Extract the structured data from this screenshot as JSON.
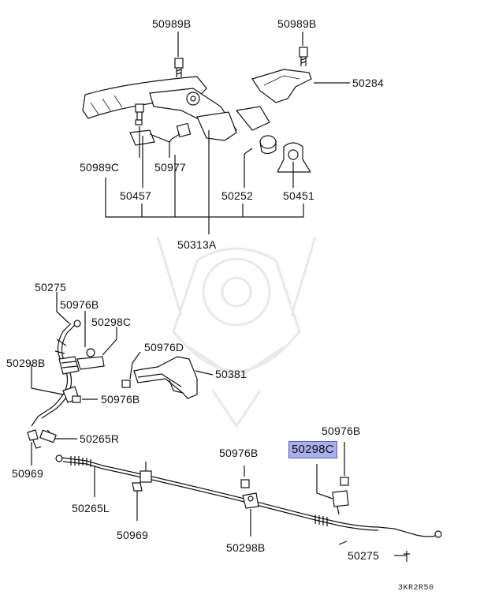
{
  "diagram": {
    "code": "3KR2R50",
    "highlighted_part": "50298C",
    "parts": {
      "p50989B_a": "50989B",
      "p50989B_b": "50989B",
      "p50284": "50284",
      "p50989C": "50989C",
      "p50977": "50977",
      "p50457": "50457",
      "p50252": "50252",
      "p50451": "50451",
      "p50313A": "50313A",
      "p50275_a": "50275",
      "p50976B_a": "50976B",
      "p50298C_a": "50298C",
      "p50976D": "50976D",
      "p50298B_a": "50298B",
      "p50381": "50381",
      "p50976B_b": "50976B",
      "p50265R": "50265R",
      "p50969_a": "50969",
      "p50976B_c": "50976B",
      "p50298C_b": "50298C",
      "p50976B_d": "50976B",
      "p50265L": "50265L",
      "p50969_b": "50969",
      "p50298B_b": "50298B",
      "p50275_b": "50275"
    }
  }
}
